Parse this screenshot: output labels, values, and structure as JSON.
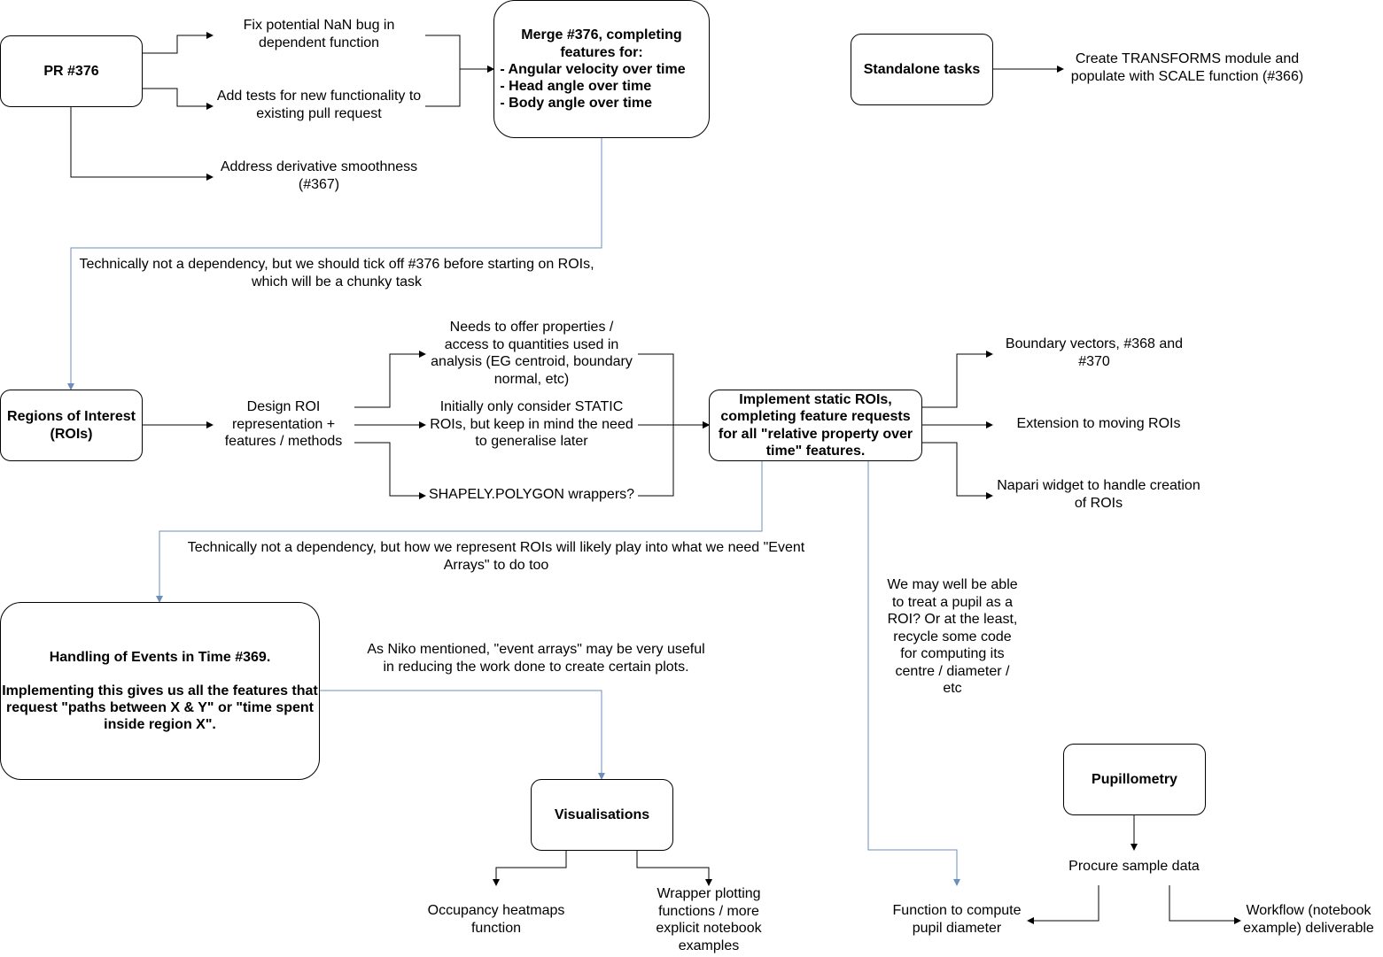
{
  "nodes": {
    "pr376": "PR #376",
    "fix_nan": "Fix potential NaN bug in\ndependent function",
    "add_tests": "Add tests for new functionality to\nexisting pull request",
    "address_deriv": "Address derivative smoothness\n(#367)",
    "merge_title": "Merge #376, completing\nfeatures for:",
    "merge_items": [
      "- Angular velocity over time",
      "- Head angle over time",
      "- Body angle over time"
    ],
    "standalone": "Standalone tasks",
    "transforms": "Create TRANSFORMS module and\npopulate with SCALE function (#366)",
    "note_roi": "Technically not a dependency, but we should tick off #376 before starting on ROIs,\nwhich will be a chunky task",
    "rois": "Regions of Interest\n(ROIs)",
    "design_roi": "Design ROI\nrepresentation +\nfeatures / methods",
    "needs_props": "Needs to offer properties /\naccess to quantities used in\nanalysis (EG centroid, boundary\nnormal, etc)",
    "static_only": "Initially only consider STATIC\nROIs, but keep in mind the need\nto generalise later",
    "shapely": "SHAPELY.POLYGON wrappers?",
    "implement_static": "Implement static ROIs,\ncompleting feature requests\nfor all \"relative property over\ntime\" features.",
    "boundary": "Boundary vectors, #368 and\n#370",
    "moving": "Extension to moving ROIs",
    "napari": "Napari widget to handle creation\nof ROIs",
    "note_events": "Technically not a dependency, but how we represent ROIs will likely play into what we need \"Event\nArrays\" to do too",
    "events_title": "Handling of Events in Time #369.",
    "events_body": "Implementing this gives us all the features that\nrequest \"paths between X & Y\" or \"time spent\ninside region X\".",
    "niko": "As Niko mentioned, \"event arrays\" may be very useful\nin reducing the work done to create certain plots.",
    "pupil_note": "We may well be able\nto treat a pupil as a\nROI? Or at the least,\nrecycle some code\nfor computing its\ncentre / diameter  /\netc",
    "visualisations": "Visualisations",
    "occupancy": "Occupancy heatmaps\nfunction",
    "wrapper": "Wrapper plotting\nfunctions / more\nexplicit notebook\nexamples",
    "pupillometry": "Pupillometry",
    "procure": "Procure sample data",
    "pupil_func": "Function to compute\npupil diameter",
    "workflow": "Workflow (notebook\nexample) deliverable"
  },
  "colors": {
    "black_edge": "#000000",
    "blue_edge": "#6c8ebf"
  }
}
